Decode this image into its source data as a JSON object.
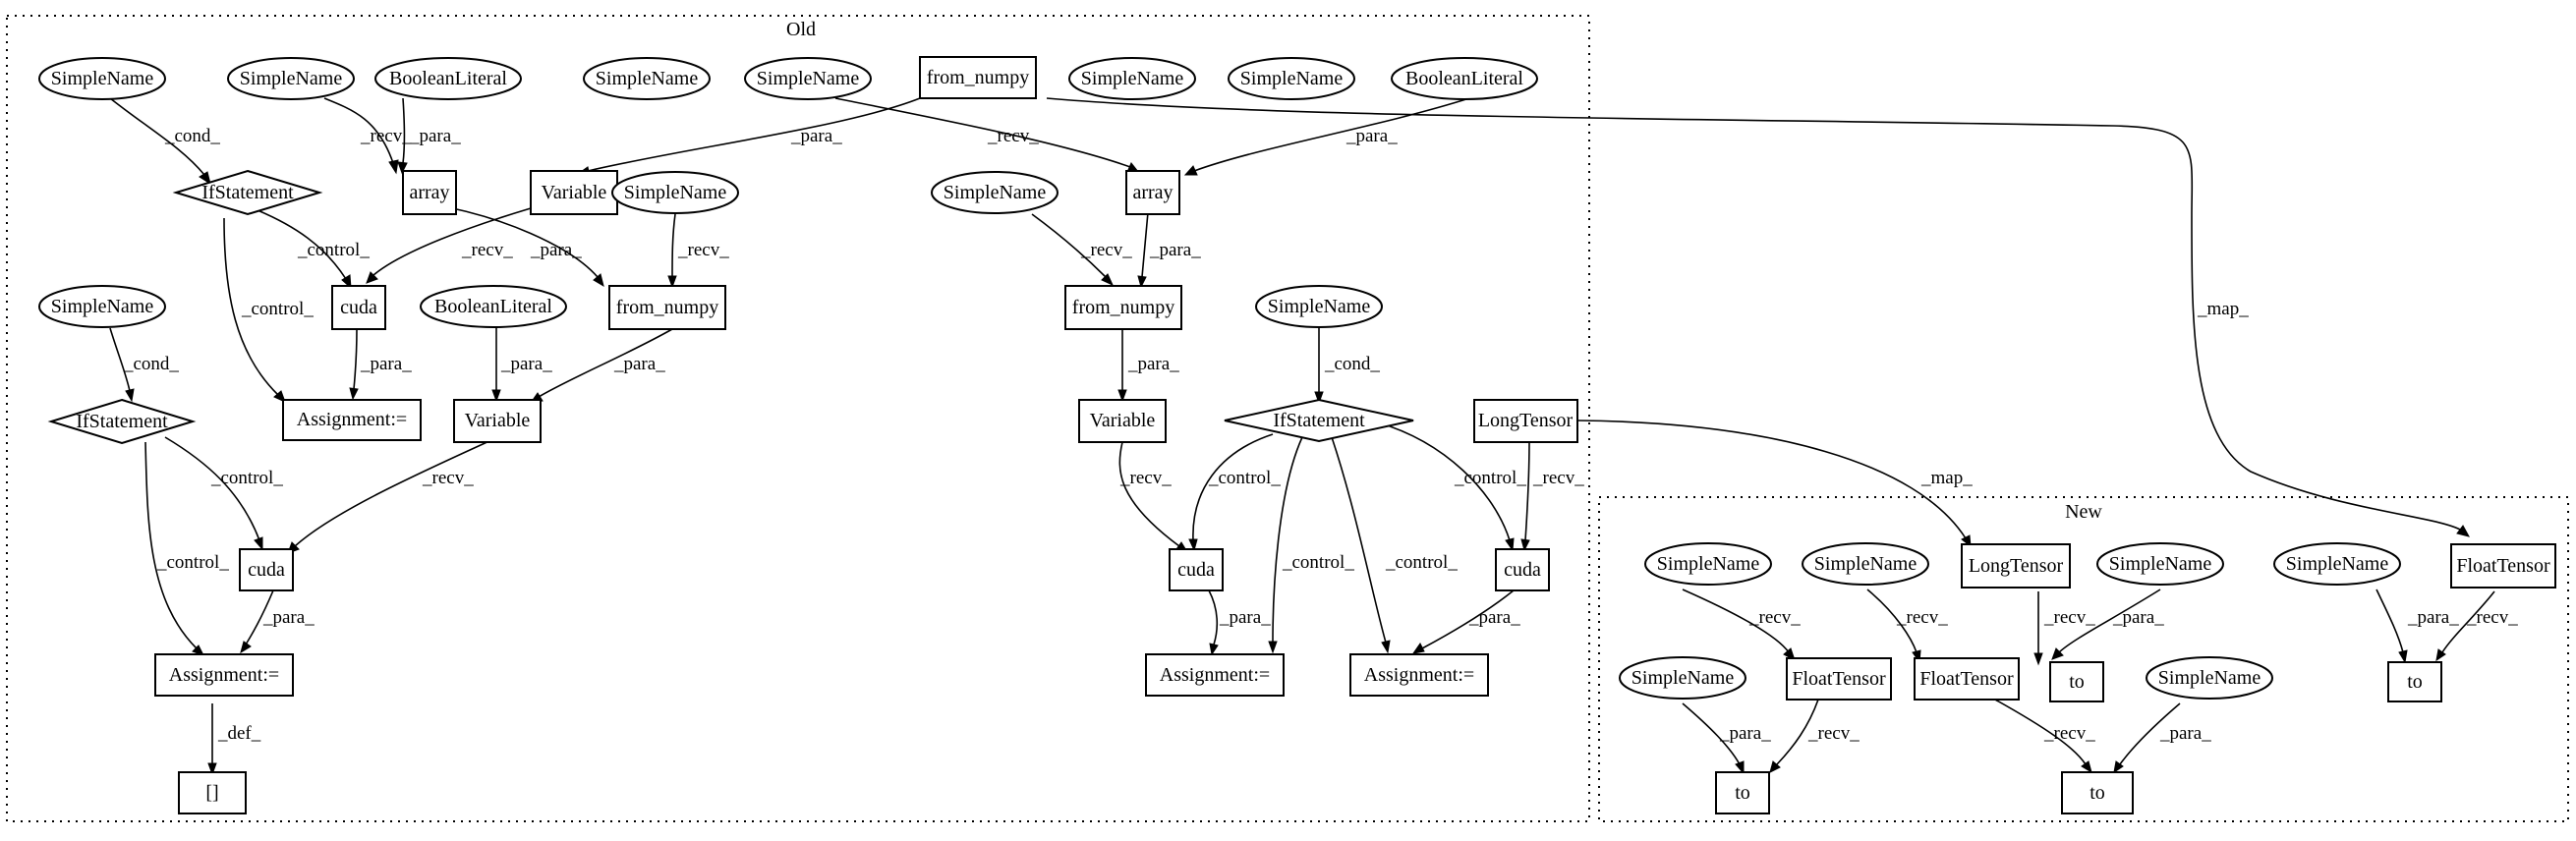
{
  "clusters": {
    "old": {
      "label": "Old"
    },
    "new": {
      "label": "New"
    }
  },
  "nodes": {
    "o_sn1": "SimpleName",
    "o_sn2": "SimpleName",
    "o_bl1": "BooleanLiteral",
    "o_sn3": "SimpleName",
    "o_sn4": "SimpleName",
    "o_fromnumpy_top": "from_numpy",
    "o_sn5": "SimpleName",
    "o_sn6": "SimpleName",
    "o_bl2": "BooleanLiteral",
    "o_if1": "IfStatement",
    "o_array1": "array",
    "o_variable1": "Variable",
    "o_sn7": "SimpleName",
    "o_array2": "array",
    "o_sn8": "SimpleName",
    "o_cuda1": "cuda",
    "o_bl3": "BooleanLiteral",
    "o_fromnumpy1": "from_numpy",
    "o_fromnumpy2": "from_numpy",
    "o_sn9": "SimpleName",
    "o_sn10": "SimpleName",
    "o_assign1": "Assignment:=",
    "o_if2": "IfStatement",
    "o_variable2": "Variable",
    "o_variable3": "Variable",
    "o_if3": "IfStatement",
    "o_longtensor": "LongTensor",
    "o_cuda2": "cuda",
    "o_cuda3": "cuda",
    "o_cuda4": "cuda",
    "o_assign2": "Assignment:=",
    "o_assign3": "Assignment:=",
    "o_assign4": "Assignment:=",
    "o_index": "[]",
    "n_sn1": "SimpleName",
    "n_sn2": "SimpleName",
    "n_longtensor": "LongTensor",
    "n_sn3": "SimpleName",
    "n_sn4": "SimpleName",
    "n_floattensor3": "FloatTensor",
    "n_sn5": "SimpleName",
    "n_floattensor1": "FloatTensor",
    "n_floattensor2": "FloatTensor",
    "n_sn6": "SimpleName",
    "n_to1": "to",
    "n_to2": "to",
    "n_to3": "to",
    "n_to4": "to"
  },
  "edge_labels": {
    "cond": "_cond_",
    "recv": "_recv_",
    "para": "_para_",
    "control": "_control_",
    "def": "_def_",
    "map": "_map_"
  }
}
